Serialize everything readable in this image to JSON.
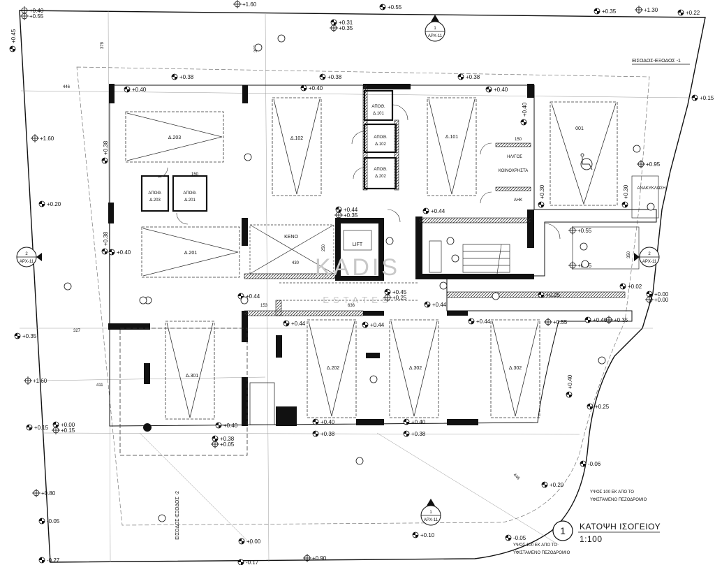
{
  "watermark": {
    "brand": "KADIS",
    "sub": "ESTATES"
  },
  "title_block": {
    "number": "1",
    "title": "ΚΑΤΟΨΗ ΙΣΟΓΕΙΟΥ",
    "scale": "1:100"
  },
  "entrances": {
    "top_right": "ΕΙΣΟΔΟΣ-ΕΞΟΔΟΣ -1",
    "bottom_left": "ΕΙΣΟΔΟΣ-ΕΞΟΔΟΣ -2"
  },
  "notes": {
    "n1a": "ΥΨΟΣ 100 ΕΚ ΑΠΟ ΤΟ",
    "n1b": "ΥΦΙΣΤΑΜΕΝΟ ΠΕΖΟΔΡΟΜΙΟ",
    "n2a": "ΥΨΟΣ 100 ΕΚ ΑΠΟ ΤΟ",
    "n2b": "ΥΦΙΣΤΑΜΕΝΟ ΠΕΖΟΔΡΟΜΙΟ"
  },
  "section_markers": [
    {
      "id": "top",
      "num": "1",
      "ref": "ΑΡΧ-11"
    },
    {
      "id": "left",
      "num": "2",
      "ref": "ΑΡΧ-11"
    },
    {
      "id": "right",
      "num": "2",
      "ref": "ΑΡΧ-11"
    },
    {
      "id": "bottom",
      "num": "1",
      "ref": "ΑΡΧ-11"
    }
  ],
  "rooms": {
    "p203": "Δ.203",
    "p102": "Δ.102",
    "p101": "Δ.101",
    "p001": "001",
    "p201": "Δ.201",
    "p301": "Δ.301",
    "p202": "Δ.202",
    "p302a": "Δ.302",
    "p302b": "Δ.302",
    "st101a": "ΑΠΟΘ.",
    "st101b": "Δ.101",
    "st102a": "ΑΠΟΘ.",
    "st102b": "Δ.102",
    "st202a": "ΑΠΟΘ.",
    "st202b": "Δ.202",
    "st203a": "ΑΠΟΘ.",
    "st203b": "Δ.203",
    "st201a": "ΑΠΟΘ.",
    "st201b": "Δ.201",
    "keno": "ΚΕΝΟ",
    "lift": "LIFT",
    "hm": "ΗΛ/ΓΟΣ",
    "common": "ΚΟΙΝΟΧΡΗΣΤΑ",
    "ahk": "ΑΗΚ",
    "recycle": "ΑΝΑΚΥΚΛΩΣΗ"
  },
  "levels": {
    "l1": "+0.40",
    "l2": "+0.55",
    "l3": "+1.60",
    "l4": "+0.55",
    "l5": "+0.31",
    "l6": "+0.35",
    "l7": "+0.35",
    "l8": "+1.30",
    "l9": "+0.22",
    "l10": "+0.45",
    "l11": "+0.38",
    "l12": "+0.40",
    "l13": "+0.40",
    "l14": "+0.38",
    "l15": "+0.38",
    "l16": "+0.40",
    "l17": "+0.40",
    "l18": "+0.15",
    "l19": "+1.60",
    "l20": "+0.38",
    "l21": "+0.95",
    "l22": "+0.20",
    "l23": "+0.38",
    "l24": "+0.40",
    "l25": "+0.44",
    "l26": "+0.35",
    "l27": "+0.44",
    "l28": "+0.30",
    "l29": "+0.30",
    "l30": "+0.55",
    "l31": "+0.55",
    "l32": "+0.45",
    "l33": "+0.25",
    "l34": "+0.44",
    "l35": "+0.44",
    "l36": "+0.25",
    "l37": "+0.02",
    "l38": "+0.00",
    "l39": "+0.00",
    "l40": "+0.35",
    "l41": "+0.44",
    "l42": "+0.44",
    "l43": "+0.44",
    "l44": "+0.55",
    "l45": "+0.40",
    "l46": "+0.35",
    "l47": "+1.60",
    "l48": "+0.40",
    "l49": "+0.25",
    "l50": "+0.00",
    "l51": "+0.15",
    "l52": "+0.15",
    "l53": "+0.40",
    "l54": "+0.38",
    "l55": "+0.05",
    "l56": "+0.40",
    "l57": "+0.38",
    "l58": "+0.40",
    "l59": "+0.38",
    "l60": "-0.06",
    "l61": "+0.80",
    "l62": "+0.20",
    "l63": "-0.05",
    "l64": "+0.00",
    "l65": "+0.10",
    "l66": "-0.05",
    "l67": "-0.27",
    "l68": "-0.17",
    "l69": "+0.90"
  },
  "dims": {
    "d1": "446",
    "d2": "379",
    "d3": "367",
    "d4": "150",
    "d5": "150",
    "d6": "430",
    "d7": "250",
    "d8": "636",
    "d9": "153",
    "d10": "327",
    "d11": "411",
    "d12": "446",
    "d13": "350"
  }
}
